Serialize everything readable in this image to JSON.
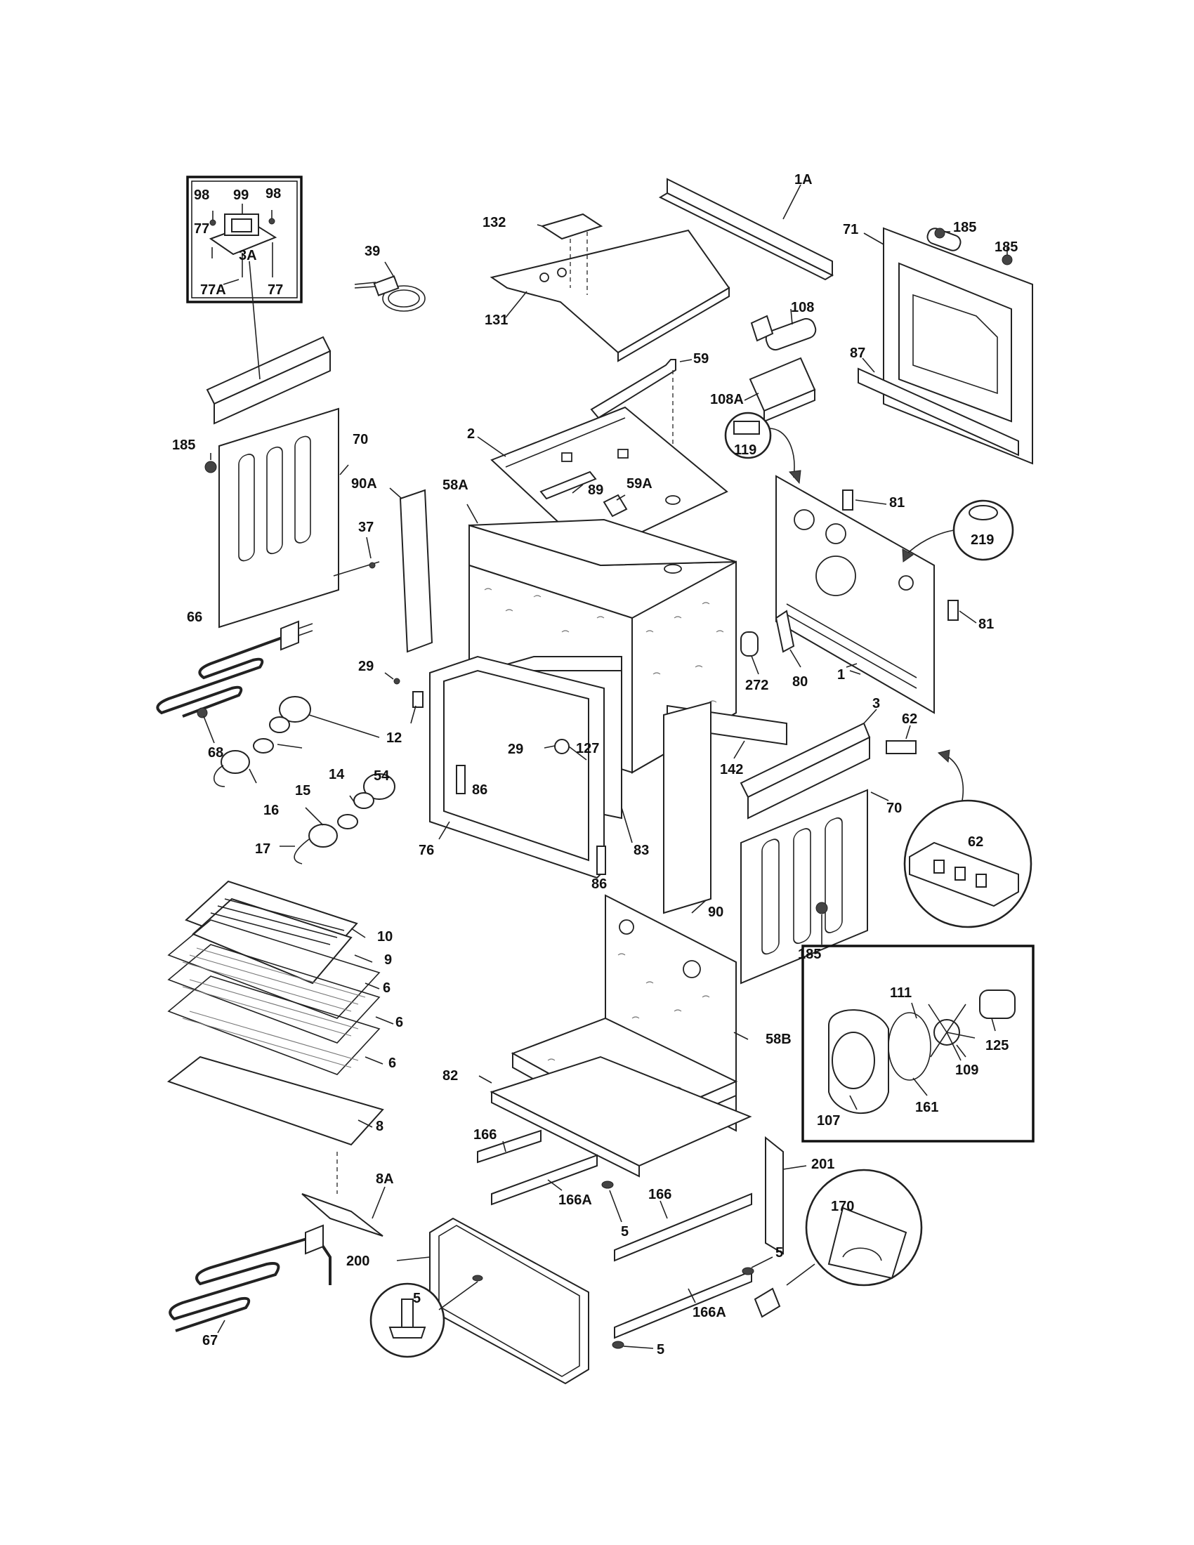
{
  "labels": {
    "l98a": "98",
    "l99": "99",
    "l98b": "98",
    "l77a": "77",
    "l77A": "77A",
    "l77b": "77",
    "l39": "39",
    "l132": "132",
    "l131": "131",
    "l1A": "1A",
    "l185a": "185",
    "l185b": "185",
    "l71": "71",
    "l108": "108",
    "l59": "59",
    "l87": "87",
    "l108A": "108A",
    "l3A": "3A",
    "l119": "119",
    "l185c": "185",
    "l70a": "70",
    "l2": "2",
    "l90A": "90A",
    "l58A": "58A",
    "l89": "89",
    "l59A": "59A",
    "l81a": "81",
    "l219": "219",
    "l37": "37",
    "l66": "66",
    "l81b": "81",
    "l29a": "29",
    "l272": "272",
    "l80": "80",
    "l1": "1",
    "l12": "12",
    "l3": "3",
    "l62a": "62",
    "l68": "68",
    "l29b": "29",
    "l127": "127",
    "l142": "142",
    "l54": "54",
    "l14": "14",
    "l15": "15",
    "l86a": "86",
    "l70b": "70",
    "l16": "16",
    "l76": "76",
    "l83": "83",
    "l62b": "62",
    "l17": "17",
    "l86b": "86",
    "l90": "90",
    "l10": "10",
    "l185d": "185",
    "l9": "9",
    "l6a": "6",
    "l6b": "6",
    "l111": "111",
    "l58B": "58B",
    "l125": "125",
    "l109": "109",
    "l82": "82",
    "l6c": "6",
    "l161": "161",
    "l107": "107",
    "l8": "8",
    "l166a": "166",
    "l201": "201",
    "l170": "170",
    "l8A": "8A",
    "l5a": "5",
    "l166b": "166",
    "l166Aa": "166A",
    "l200": "200",
    "l5b": "5",
    "l5c": "5",
    "l67": "67",
    "l166Ab": "166A",
    "l5d": "5"
  }
}
